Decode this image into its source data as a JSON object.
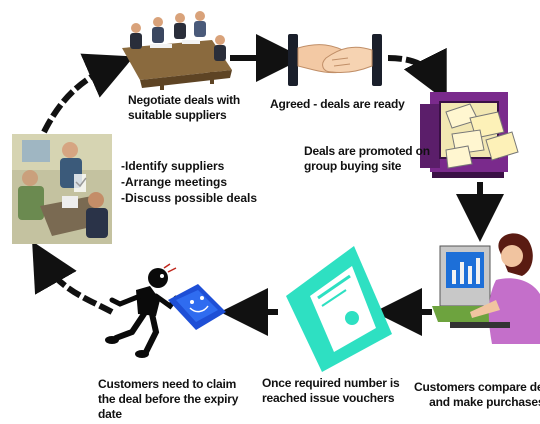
{
  "steps": {
    "negotiate": {
      "line1": "Negotiate deals with",
      "line2": "suitable suppliers"
    },
    "agreed": {
      "text": "Agreed - deals are ready"
    },
    "promoted": {
      "line1": "Deals are promoted on",
      "line2": "group buying site"
    },
    "compare": {
      "line1": "Customers compare deals",
      "line2": "and make purchases"
    },
    "vouchers": {
      "line1": "Once required number is",
      "line2": "reached issue vouchers"
    },
    "claim": {
      "line1": "Customers need to claim",
      "line2": "the deal before the expiry",
      "line3": "date"
    }
  },
  "meeting_points": [
    "-Identify suppliers",
    "-Arrange meetings",
    "-Discuss possible deals"
  ],
  "colors": {
    "arrow": "#111111",
    "voucher": "#2ee0c2",
    "monitor_blue": "#1e4fd6",
    "figure": "#0a0a0a"
  }
}
